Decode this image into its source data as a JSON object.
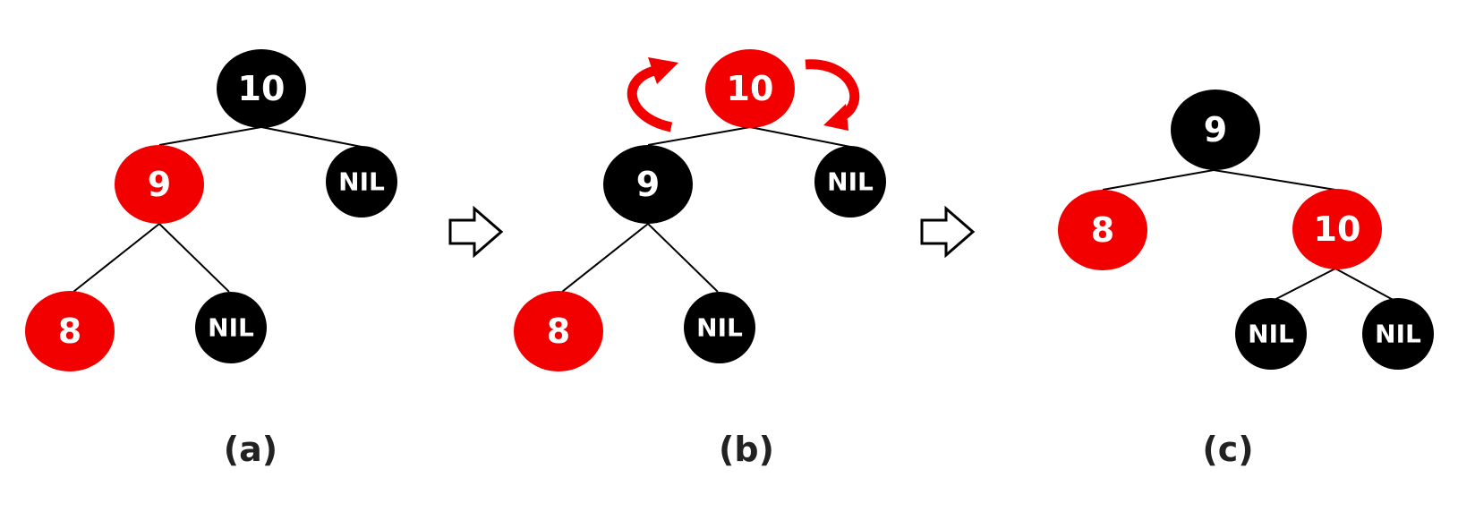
{
  "colors": {
    "red": "#f20000",
    "black": "#000000",
    "label": "#ffffff"
  },
  "panels": [
    {
      "caption": "(a)",
      "nodes": [
        {
          "label": "10",
          "color": "black"
        },
        {
          "label": "9",
          "color": "red"
        },
        {
          "label": "NIL",
          "color": "black"
        },
        {
          "label": "8",
          "color": "red"
        },
        {
          "label": "NIL",
          "color": "black"
        }
      ]
    },
    {
      "caption": "(b)",
      "nodes": [
        {
          "label": "10",
          "color": "red"
        },
        {
          "label": "9",
          "color": "black"
        },
        {
          "label": "NIL",
          "color": "black"
        },
        {
          "label": "8",
          "color": "red"
        },
        {
          "label": "NIL",
          "color": "black"
        }
      ],
      "rotation_icons": [
        "rotate-ccw-icon",
        "rotate-cw-icon"
      ]
    },
    {
      "caption": "(c)",
      "nodes": [
        {
          "label": "9",
          "color": "black"
        },
        {
          "label": "8",
          "color": "red"
        },
        {
          "label": "10",
          "color": "red"
        },
        {
          "label": "NIL",
          "color": "black"
        },
        {
          "label": "NIL",
          "color": "black"
        }
      ]
    }
  ],
  "transition_icons": [
    "right-arrow-icon",
    "right-arrow-icon"
  ]
}
